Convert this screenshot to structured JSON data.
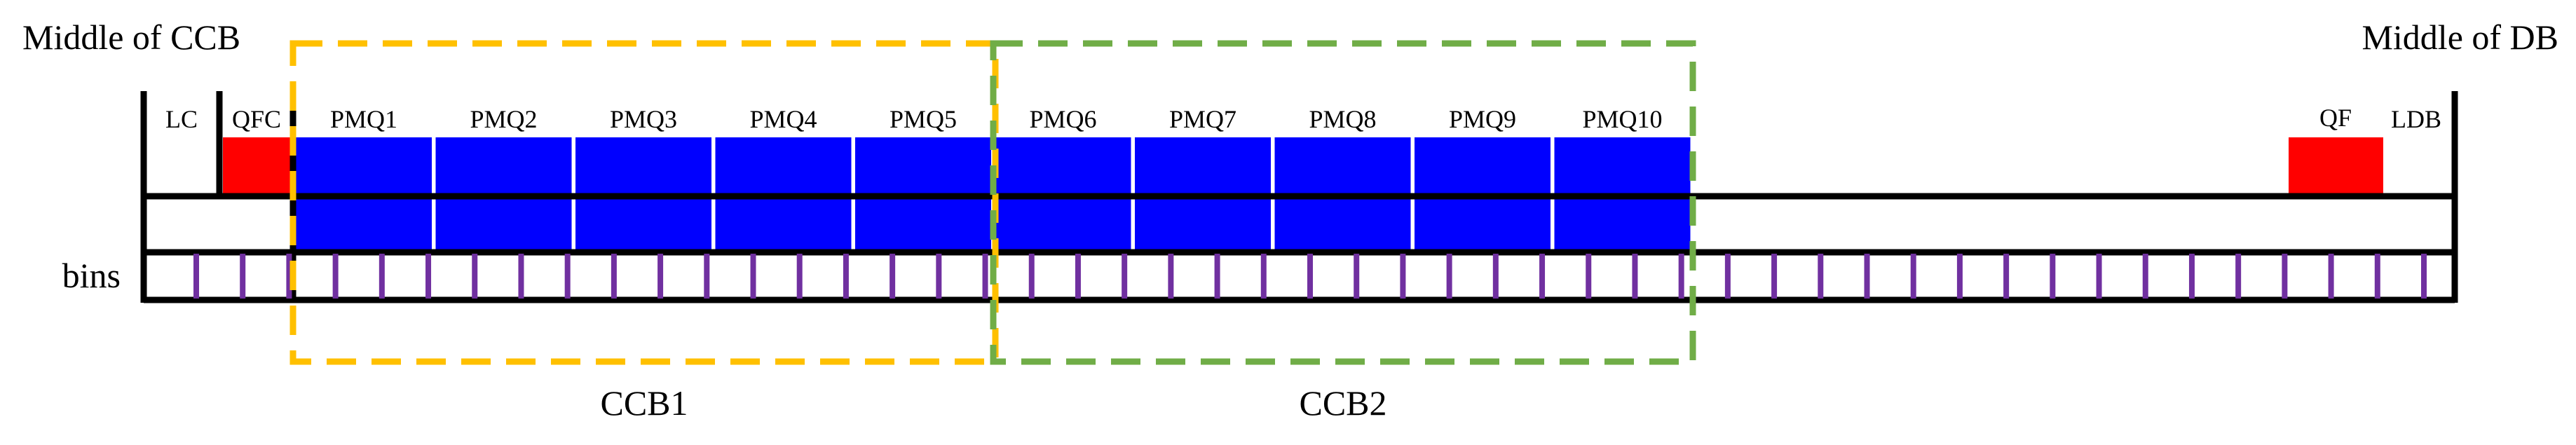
{
  "corner_labels": {
    "left": "Middle of CCB",
    "right": "Middle of DB"
  },
  "sections": {
    "lc": "LC",
    "qfc": "QFC",
    "qf": "QF",
    "ldb": "LDB"
  },
  "bins_label": "bins",
  "pmqs": [
    "PMQ1",
    "PMQ2",
    "PMQ3",
    "PMQ4",
    "PMQ5",
    "PMQ6",
    "PMQ7",
    "PMQ8",
    "PMQ9",
    "PMQ10"
  ],
  "ccb_boxes": [
    {
      "label": "CCB1",
      "color": "#FFC000"
    },
    {
      "label": "CCB2",
      "color": "#70AD47"
    }
  ],
  "colors": {
    "pmq_fill": "#0000FF",
    "qf_fill": "#FF0000",
    "bin_tick": "#7030A0",
    "line": "#000000"
  },
  "bin_tick_count": 49
}
